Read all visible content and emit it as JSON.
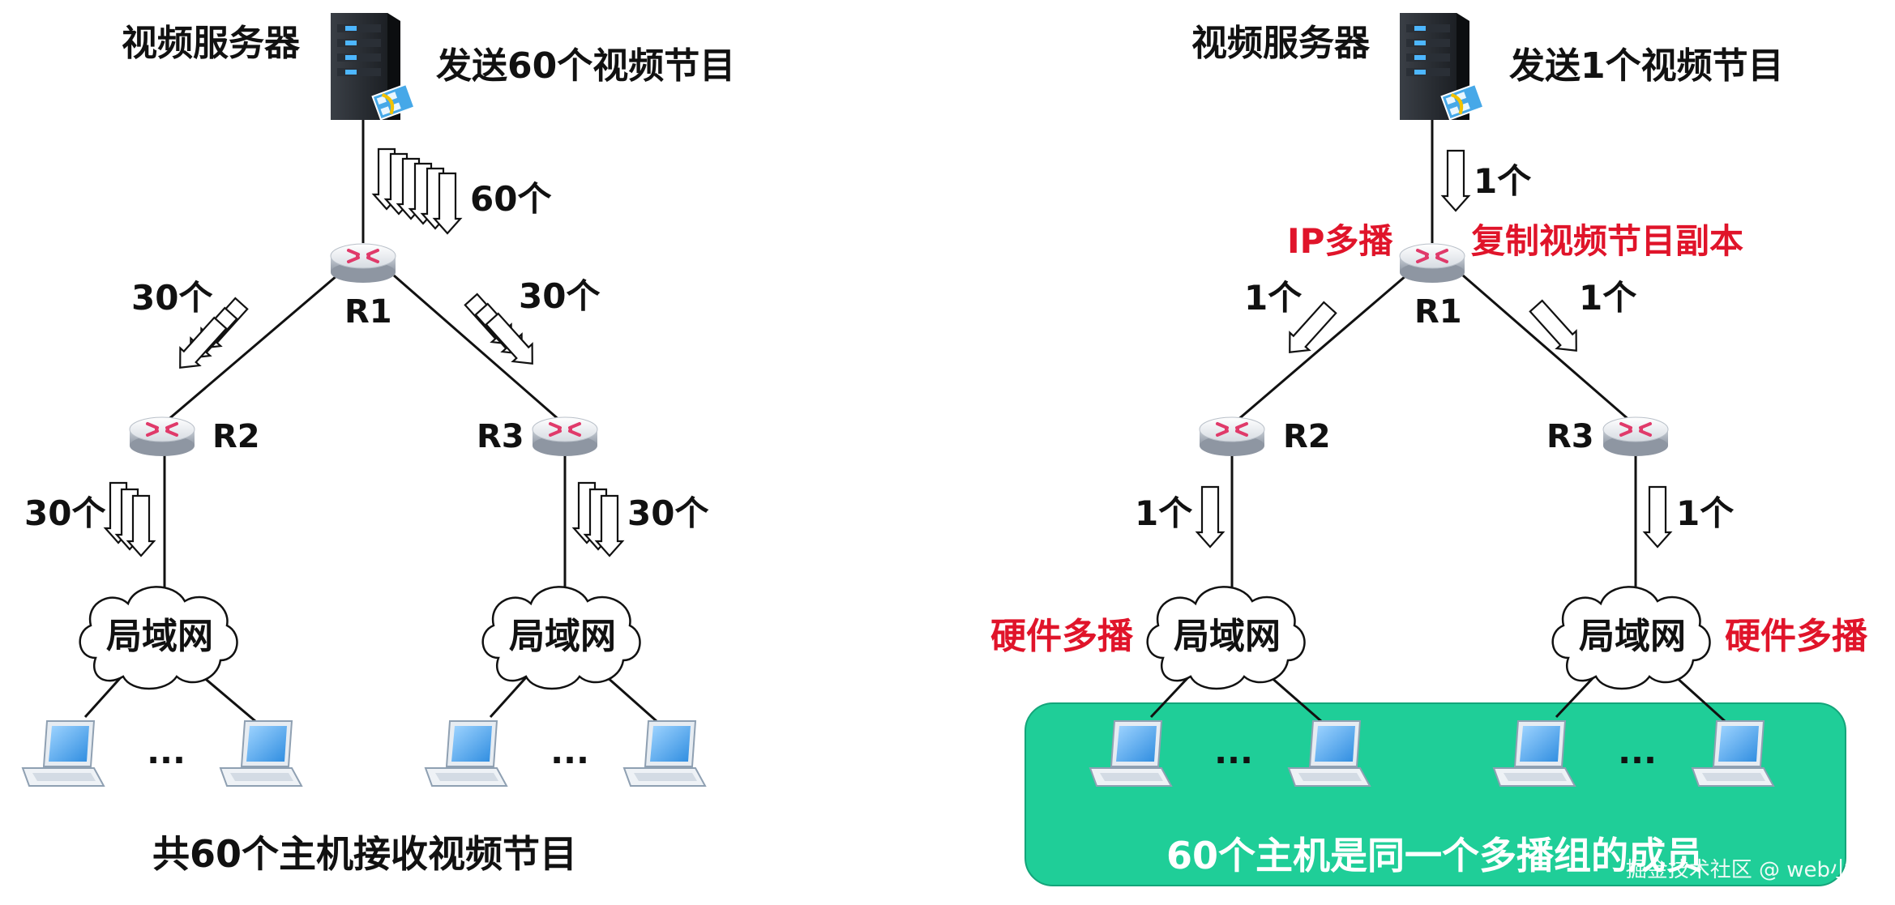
{
  "left": {
    "server_label": "视频服务器",
    "send_label": "发送60个视频节目",
    "server_to_r1_count": "60个",
    "r1_left_count": "30个",
    "r1_right_count": "30个",
    "r2_lan_count": "30个",
    "r3_lan_count": "30个",
    "router_r1": "R1",
    "router_r2": "R2",
    "router_r3": "R3",
    "lan_left": "局域网",
    "lan_right": "局域网",
    "ellipsis_left": "...",
    "ellipsis_right": "...",
    "footer": "共60个主机接收视频节目"
  },
  "right": {
    "server_label": "视频服务器",
    "send_label": "发送1个视频节目",
    "server_to_r1_count": "1个",
    "ip_multicast": "IP多播",
    "replicate_label": "复制视频节目副本",
    "r1_left_count": "1个",
    "r1_right_count": "1个",
    "r2_lan_count": "1个",
    "r3_lan_count": "1个",
    "router_r1": "R1",
    "router_r2": "R2",
    "router_r3": "R3",
    "lan_left": "局域网",
    "lan_right": "局域网",
    "hw_multicast_left": "硬件多播",
    "hw_multicast_right": "硬件多播",
    "ellipsis_left": "...",
    "ellipsis_right": "...",
    "group_label": "60个主机是同一个多播组的成员"
  },
  "watermark": "掘金技术社区 @ web小张",
  "colors": {
    "accent_red": "#e0142a",
    "group_green": "#1fce98",
    "router_mark": "#e03a6a"
  }
}
